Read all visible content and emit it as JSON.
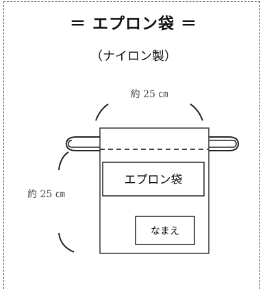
{
  "title": "＝ エプロン袋 ＝",
  "subtitle": "（ナイロン製）",
  "diagram": {
    "width_label": "約 25 ㎝",
    "height_label": "約 25 ㎝",
    "main_label": "エプロン袋",
    "name_label": "なまえ"
  }
}
